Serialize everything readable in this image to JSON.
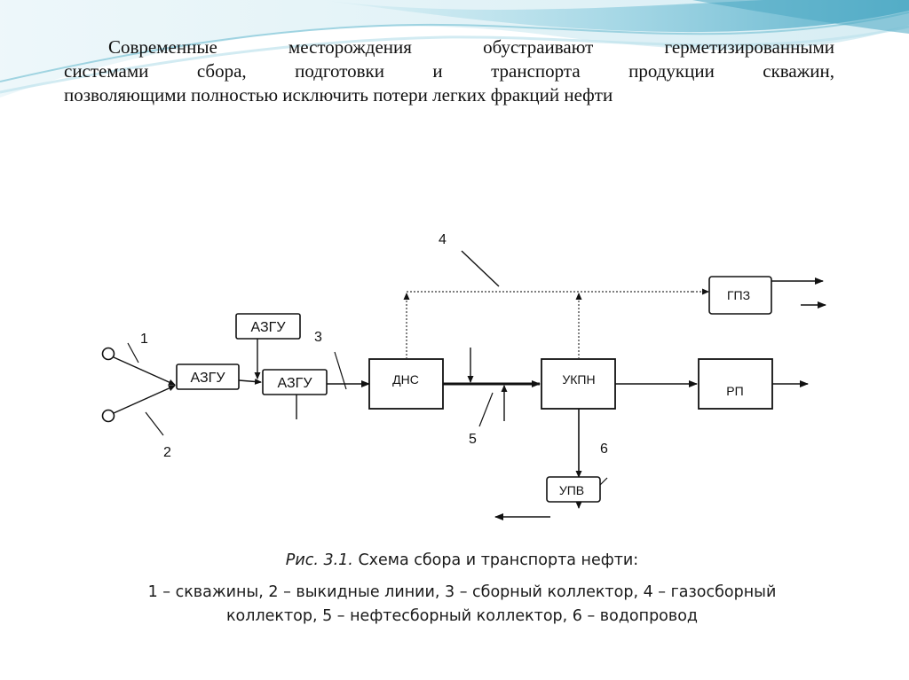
{
  "intro": {
    "lines": [
      "Современные месторождения обустраивают герметизированными",
      "системами сбора, подготовки и транспорта продукции скважин,",
      "позволяющими полностью исключить потери легких фракций нефти"
    ]
  },
  "diagram": {
    "blocks": {
      "azgu_a": "АЗГУ",
      "azgu_top": "АЗГУ",
      "azgu_b": "АЗГУ",
      "dns": "ДНС",
      "ukpn": "УКПН",
      "rp": "РП",
      "gpz": "ГПЗ",
      "upv": "УПВ"
    },
    "labels": {
      "n1": "1",
      "n2": "2",
      "n3": "3",
      "n4": "4",
      "n5": "5",
      "n6": "6"
    }
  },
  "caption": {
    "title_italic": "Рис. 3.1.",
    "title_rest": " Схема сбора и транспорта нефти:",
    "line2": "1 –  скважины, 2 –  выкидные линии, 3 –  сборный коллектор, 4 –  газосборный",
    "line3": "коллектор, 5 –  нефтесборный коллектор, 6 – водопровод"
  }
}
